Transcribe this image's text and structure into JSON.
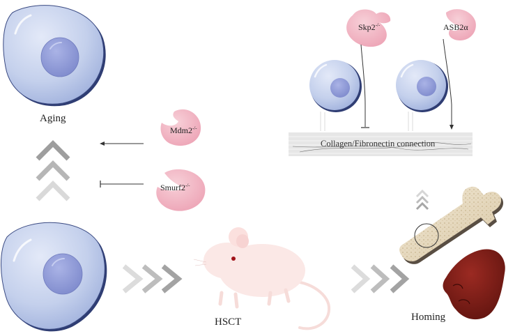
{
  "labels": {
    "aging": "Aging",
    "hsct": "HSCT",
    "homing": "Homing",
    "collagen": "Collagen/Fibronectin connection"
  },
  "proteins": {
    "mdm2": {
      "name": "Mdm2",
      "sup": "-/-"
    },
    "smurf2": {
      "name": "Smurf2",
      "sup": "-/-"
    },
    "skp2": {
      "name": "Skp2",
      "sup": "-/-"
    },
    "asb2a": {
      "name": "ASB2α",
      "sup": ""
    }
  },
  "colors": {
    "cell_fill": "#c4d0ec",
    "cell_edge": "#2f3d73",
    "nucleus": "#8c98d6",
    "protein": "#f2b7c4",
    "chevron": "#a9a9a9",
    "bone": "#e8dcc4",
    "liver": "#7b1d16",
    "mouse": "#fbe8e6"
  }
}
